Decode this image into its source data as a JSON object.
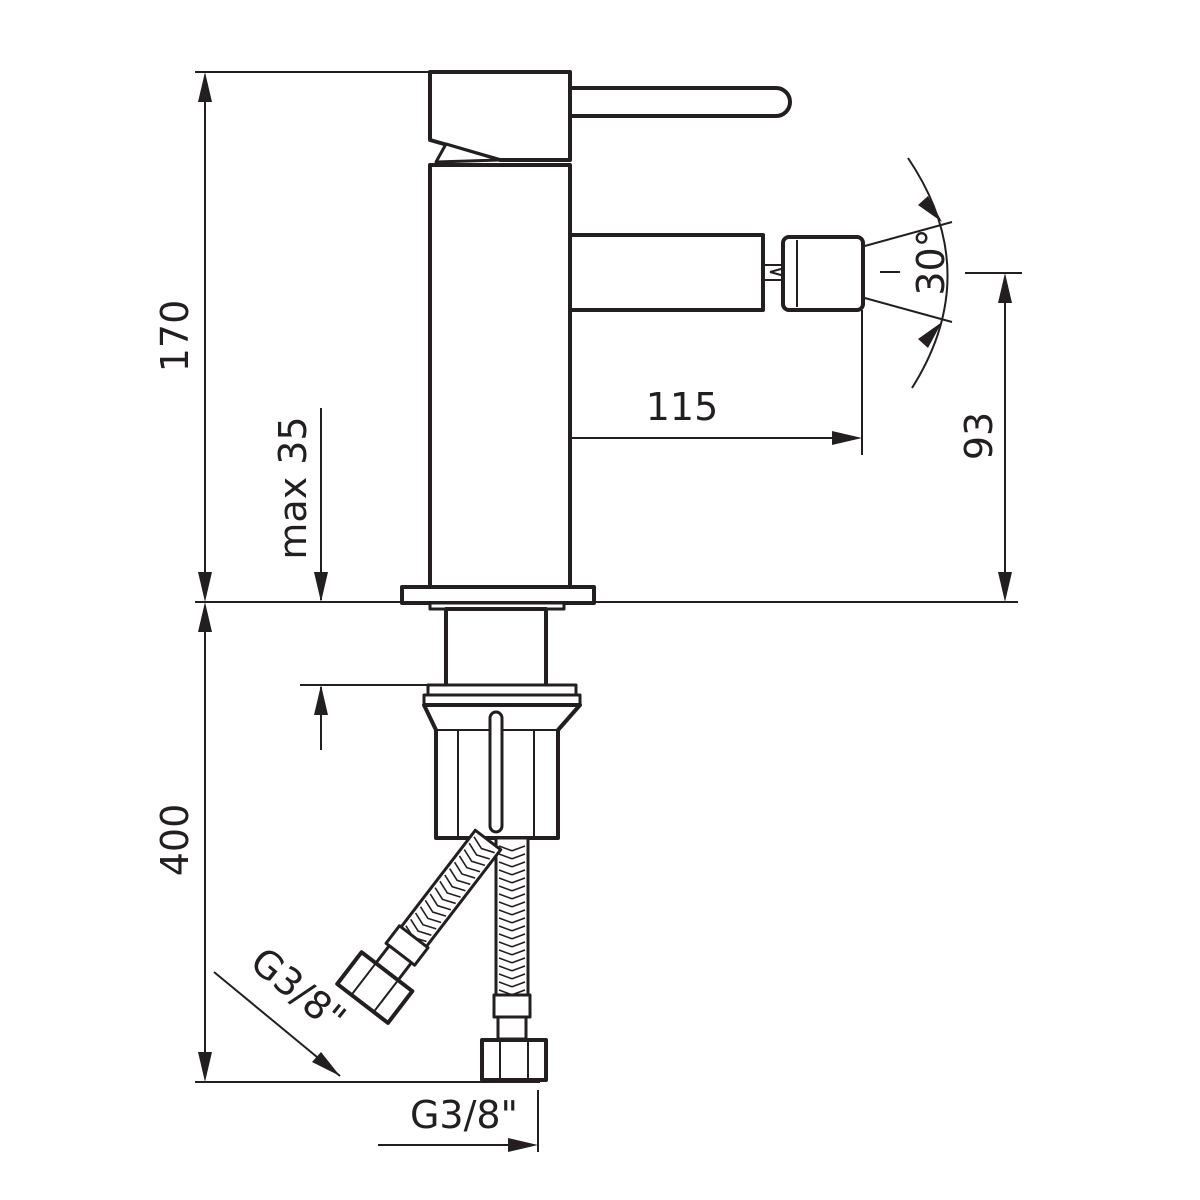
{
  "dimensions": {
    "total_height": "170",
    "spout_reach": "115",
    "spout_height": "93",
    "deck_thickness": "max 35",
    "hose_length": "400",
    "spray_angle": "30°",
    "connection_left": "G3/8\"",
    "connection_right": "G3/8\""
  },
  "colors": {
    "line": "#231f20",
    "background": "#ffffff"
  }
}
